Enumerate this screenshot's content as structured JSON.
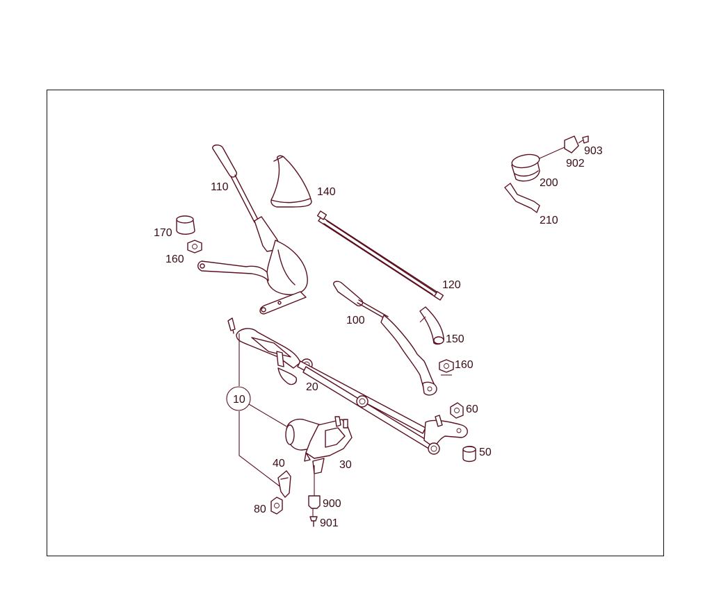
{
  "labels": {
    "p10": "10",
    "p20": "20",
    "p30": "30",
    "p40": "40",
    "p50": "50",
    "p60": "60",
    "p80": "80",
    "p100": "100",
    "p110": "110",
    "p120": "120",
    "p140": "140",
    "p150": "150",
    "p160a": "160",
    "p160b": "160",
    "p170": "170",
    "p200": "200",
    "p210": "210",
    "p900": "900",
    "p901": "901",
    "p902": "902",
    "p903": "903"
  }
}
